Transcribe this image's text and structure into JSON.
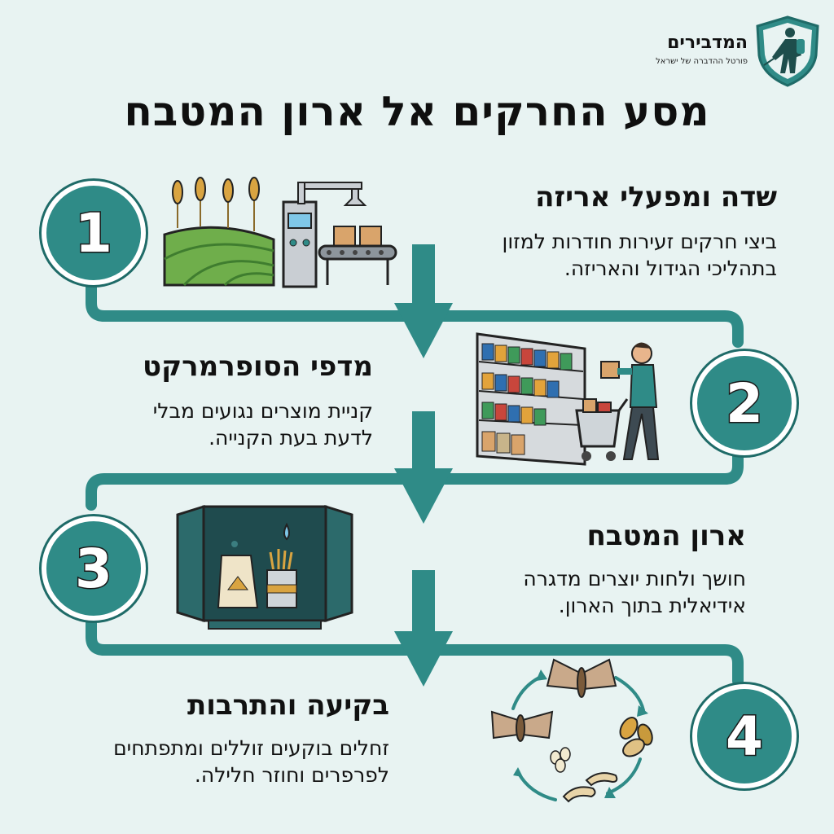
{
  "logo": {
    "name": "המדבירים",
    "tagline": "פורטל ההדברה של ישראל"
  },
  "title": "מסע החרקים אל ארון המטבח",
  "colors": {
    "teal": "#2f8b87",
    "teal_dark": "#1f6b68",
    "background": "#e8f3f2"
  },
  "steps": [
    {
      "number": "1",
      "title": "שדה ומפעלי אריזה",
      "desc_line1": "ביצי חרקים זעירות חודרות למזון",
      "desc_line2": "בתהליכי הגידול והאריזה.",
      "icon": "wheat-field-and-packaging-factory-icon"
    },
    {
      "number": "2",
      "title": "מדפי הסופרמרקט",
      "desc_line1": "קניית מוצרים נגועים מבלי",
      "desc_line2": "לדעת בעת הקנייה.",
      "icon": "supermarket-shopper-icon"
    },
    {
      "number": "3",
      "title": "ארון המטבח",
      "desc_line1": "חושך ולחות יוצרים מדגרה",
      "desc_line2": "אידיאלית בתוך הארון.",
      "icon": "kitchen-cabinet-icon"
    },
    {
      "number": "4",
      "title": "בקיעה והתרבות",
      "desc_line1": "זחלים בוקעים זוללים ומתפתחים",
      "desc_line2": "לפרפרים וחוזר חלילה.",
      "icon": "moth-life-cycle-icon"
    }
  ]
}
